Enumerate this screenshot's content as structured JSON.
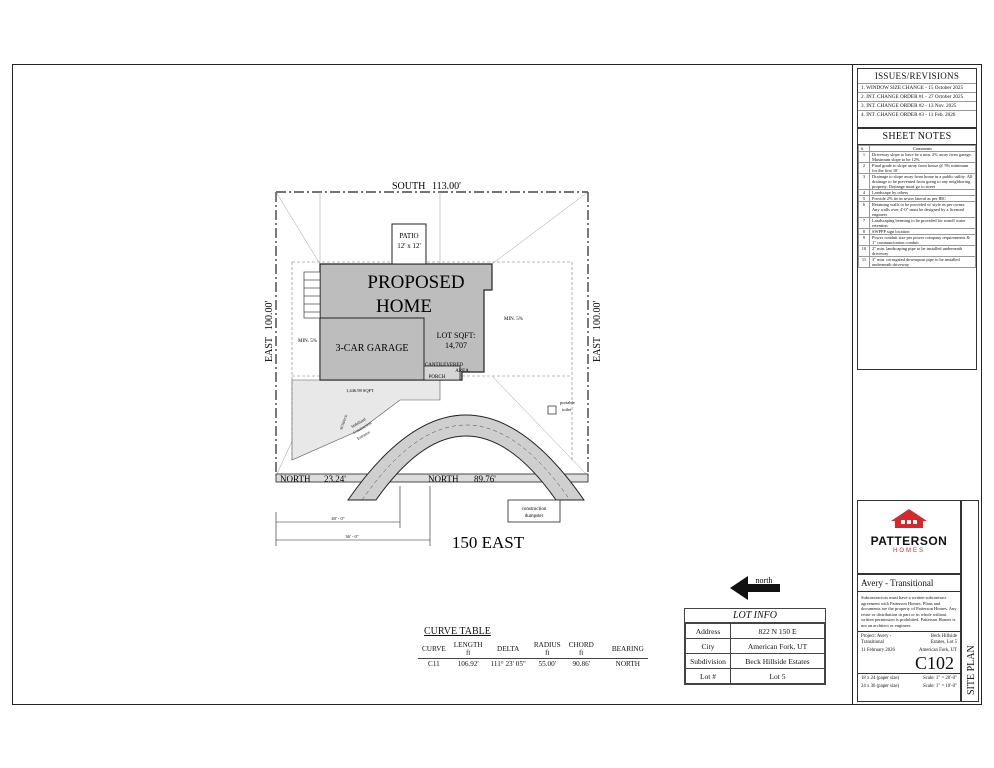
{
  "revisions": {
    "title": "ISSUES/REVISIONS",
    "items": [
      "1.  WINDOW SIZE CHANGE - 15 October 2025",
      "2.  INT. CHANGE ORDER #1 - 27 October 2025",
      "3.  INT. CHANGE ORDER #2 - 13 Nov. 2025",
      "4.  INT. CHANGE ORDER #3 - 11 Feb. 2026"
    ]
  },
  "sheet_notes": {
    "title": "SHEET NOTES",
    "col_num": "#",
    "col_comments": "Comments",
    "items": [
      {
        "n": "1",
        "text": "Driveway slope to have be a min. 2% away from garage. Maximum slope to be 12%"
      },
      {
        "n": "2",
        "text": "Final grade to slope away from house @ 5% minimum for the first 10'"
      },
      {
        "n": "3",
        "text": "Drainage to slope away from home in a public utility. All drainage to be prevented from going to any neighboring property. Drainage must go to street"
      },
      {
        "n": "4",
        "text": "Landscape by others"
      },
      {
        "n": "5",
        "text": "Provide 2% tie in sewer lateral as per IRC"
      },
      {
        "n": "6",
        "text": "Retaining walls to be provided w/ style as per owner. Any walls over 4'-0\" must be designed by a licensed engineer"
      },
      {
        "n": "7",
        "text": "Landscaping berming to be provided for runoff water retention"
      },
      {
        "n": "8",
        "text": "SWPPP sign location"
      },
      {
        "n": "9",
        "text": "Power conduit size per power company requirements & 1\" communication conduit"
      },
      {
        "n": "10",
        "text": "2\" min. landscaping pipe to be installed underneath driveway"
      },
      {
        "n": "11",
        "text": "3\" min. corrugated downspout pipe to be installed underneath driveway"
      }
    ]
  },
  "logo": {
    "name": "PATTERSON",
    "sub": "HOMES",
    "color": "#d6282b"
  },
  "project": {
    "title": "Avery - Transitional",
    "disclaimer": "Subcontractors must have a written subcontract agreement with Patterson Homes. Plans and documents are the property of Patterson Homes. Any reuse or distribution in part or in whole without written permission is prohibited. Patterson Homes is not an architect or engineer.",
    "project_label": "Project: Avery -",
    "project_label2": "Transitional",
    "location1": "Beck Hillside",
    "location2": "Estates, Lot 5",
    "date": "11 February 2026",
    "city": "American Fork, UT",
    "sheet_number": "C102",
    "sheet_title": "SITE PLAN",
    "scale1_size": "18 x 24 (paper size)",
    "scale1": "Scale: 1\" = 20'-0\"",
    "scale2_size": "24 x 36 (paper size)",
    "scale2": "Scale: 1\" = 10'-0\""
  },
  "lot_info": {
    "title": "LOT INFO",
    "rows": [
      {
        "label": "Address",
        "value": "822 N 150 E"
      },
      {
        "label": "City",
        "value": "American Fork, UT"
      },
      {
        "label": "Subdivision",
        "value": "Beck Hillside Estates"
      },
      {
        "label": "Lot #",
        "value": "Lot 5"
      }
    ]
  },
  "curve_table": {
    "title": "CURVE TABLE",
    "headers": [
      "CURVE",
      "LENGTH",
      "DELTA",
      "RADIUS",
      "CHORD",
      "BEARING"
    ],
    "units": [
      "",
      "ft",
      "",
      "ft",
      "ft",
      ""
    ],
    "rows": [
      [
        "C11",
        "106.92'",
        "111° 23' 05\"",
        "55.00'",
        "90.86'",
        "NORTH"
      ]
    ]
  },
  "plan": {
    "south": "SOUTH",
    "south_dim": "113.00'",
    "east": "EAST",
    "east_dim": "100.00'",
    "north": "NORTH",
    "north_dim1": "23.24'",
    "north_dim2": "89.76'",
    "home_line1": "PROPOSED",
    "home_line2": "HOME",
    "garage": "3-CAR GARAGE",
    "lot_sqft_label": "LOT SQFT:",
    "lot_sqft": "14,707",
    "patio": "PATIO",
    "patio_dim": "12' x 12'",
    "porch": "PORCH",
    "cantilevered1": "CANTILEVERED",
    "cantilevered2": "AREA",
    "min5": "MIN. 5%",
    "sqft_small": "1,446.98 SQFT",
    "toilet1": "portable",
    "toilet2": "toilet",
    "dumpster1": "construction",
    "dumpster2": "dumpster",
    "street": "150 EAST",
    "north_arrow": "north",
    "dim_a": "40' - 0\"",
    "dim_b": "36' - 0\"",
    "setback": "SETBACK",
    "entrance1": "Stabilized",
    "entrance2": "Construction",
    "entrance3": "Entrance"
  }
}
